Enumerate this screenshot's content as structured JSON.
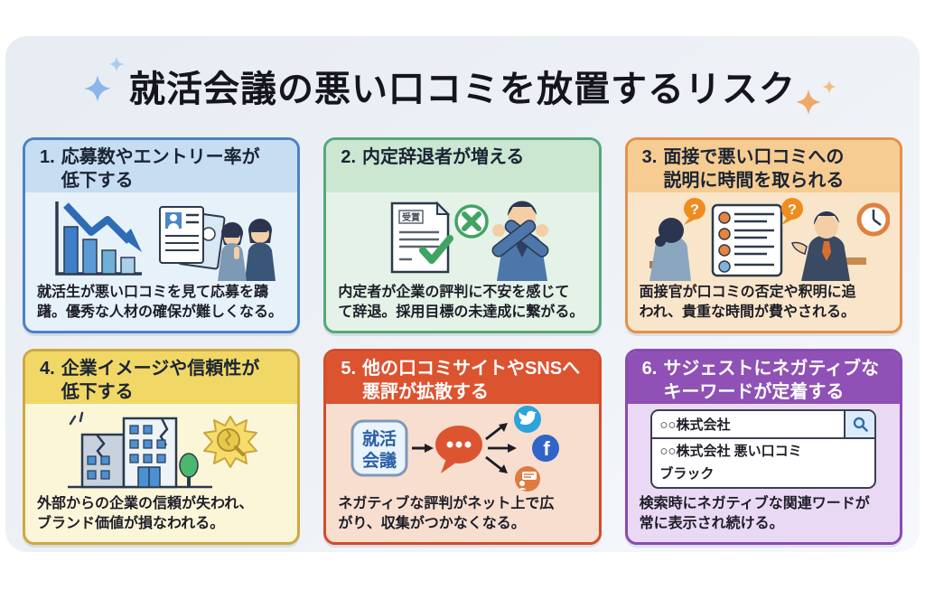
{
  "title": "就活会議の悪い口コミを放置するリスク",
  "decor": {
    "sparkle_blue": "#8ab6ea",
    "sparkle_blue_light": "#a9cdf2",
    "sparkle_orange": "#f0a868",
    "panel_bg_from": "#e7ecf3",
    "panel_bg_to": "#f6f8fb",
    "title_color": "#15151e"
  },
  "cards": [
    {
      "number": "1.",
      "heading": "応募数やエントリー率が\n低下する",
      "caption": "就活生が悪い口コミを見て応募を躊\n躇。優秀な人材の確保が難しくなる。",
      "illustration": "declining-bar-chart-with-down-arrow, resume-documents, discouraged-applicants",
      "colors": {
        "border": "#4b82c4",
        "header_bg": "#c6ddf2",
        "header_text": "#1a2433",
        "body_bg": "#e7f1fa"
      }
    },
    {
      "number": "2.",
      "heading": "内定辞退者が増える",
      "caption": "内定者が企業の評判に不安を感じて\nて辞退。採用目標の未達成に繋がる。",
      "doc_label": "受賞",
      "illustration": "offer-document-with-check, green-x-circle, man-crossing-arms",
      "colors": {
        "border": "#56a878",
        "header_bg": "#cbe7d2",
        "header_text": "#1a2433",
        "body_bg": "#e4f2e7"
      }
    },
    {
      "number": "3.",
      "heading": "面接で悪い口コミへの\n説明に時間を取られる",
      "caption": "面接官が口コミの否定や釈明に追\nわれ、貴重な時間が費やされる。",
      "question_mark": "?",
      "illustration": "interview-scene, question-bubbles, checklist, wall-clock",
      "colors": {
        "border": "#e2914a",
        "header_bg": "#f6cc92",
        "header_text": "#1a2433",
        "body_bg": "#f9e6ca"
      }
    },
    {
      "number": "4.",
      "heading": "企業イメージや信頼性が\n低下する",
      "caption": "外部からの企業の信頼が失われ、\nブランド価値が損なわれる。",
      "illustration": "cracked-office-buildings, broken-medal-burst, tree",
      "colors": {
        "border": "#cfa840",
        "header_bg": "#f1d765",
        "header_text": "#1a2433",
        "body_bg": "#fcf6d9"
      }
    },
    {
      "number": "5.",
      "heading": "他の口コミサイトやSNSへ\n悪評が拡散する",
      "caption": "ネガティブな評判がネット上で広\nがり、収集がつかなくなる。",
      "logo_line1": "就活",
      "logo_line2": "会議",
      "facebook_letter": "f",
      "illustration": "shukatsu-kaigi-logo, speech-bubble, arrows-to-twitter-facebook-forum",
      "colors": {
        "border": "#d44c2a",
        "header_bg": "#dc5330",
        "header_text": "#ffffff",
        "body_bg": "#f8decf"
      }
    },
    {
      "number": "6.",
      "heading": "サジェストにネガティブな\nキーワードが定着する",
      "caption": "検索時にネガティブな関連ワードが\n常に表示され続ける。",
      "search": {
        "query": "○○株式会社",
        "suggestions": [
          "○○株式会社 悪い口コミ",
          "ブラック"
        ]
      },
      "illustration": "search-box-with-negative-suggestions",
      "colors": {
        "border": "#8a4ab3",
        "header_bg": "#8f51b5",
        "header_text": "#ffffff",
        "body_bg": "#ead9f4"
      }
    }
  ]
}
